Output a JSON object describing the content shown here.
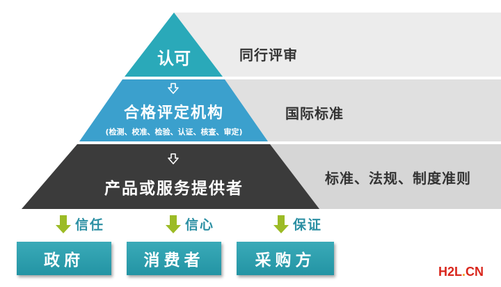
{
  "pyramid": {
    "top": {
      "label": "认可",
      "side_label": "同行评审"
    },
    "middle": {
      "label": "合格评定机构",
      "sublabel": "(检测、校准、检验、认证、核查、审定)",
      "side_label": "国际标准"
    },
    "bottom": {
      "label": "产品或服务提供者",
      "side_label": "标准、法规、制度准则"
    }
  },
  "relations": [
    {
      "relation": "信任",
      "party": "政府"
    },
    {
      "relation": "信心",
      "party": "消费者"
    },
    {
      "relation": "保证",
      "party": "采购方"
    }
  ],
  "logo": {
    "h2l": "H2L",
    "dot": ".",
    "cn": "CN"
  },
  "colors": {
    "tier_top": "#2aa9b9",
    "tier_middle": "#3ba0cd",
    "tier_bottom": "#3b3b3b",
    "band_1": "#ececec",
    "band_2": "#e0e0e0",
    "band_3": "#d6d6d6",
    "arrow_green": "#9cbb26",
    "party_box": "#2a9aaa",
    "relation_text": "#2b8fa3",
    "logo_red": "#d9261c",
    "logo_orange": "#f29b18"
  }
}
